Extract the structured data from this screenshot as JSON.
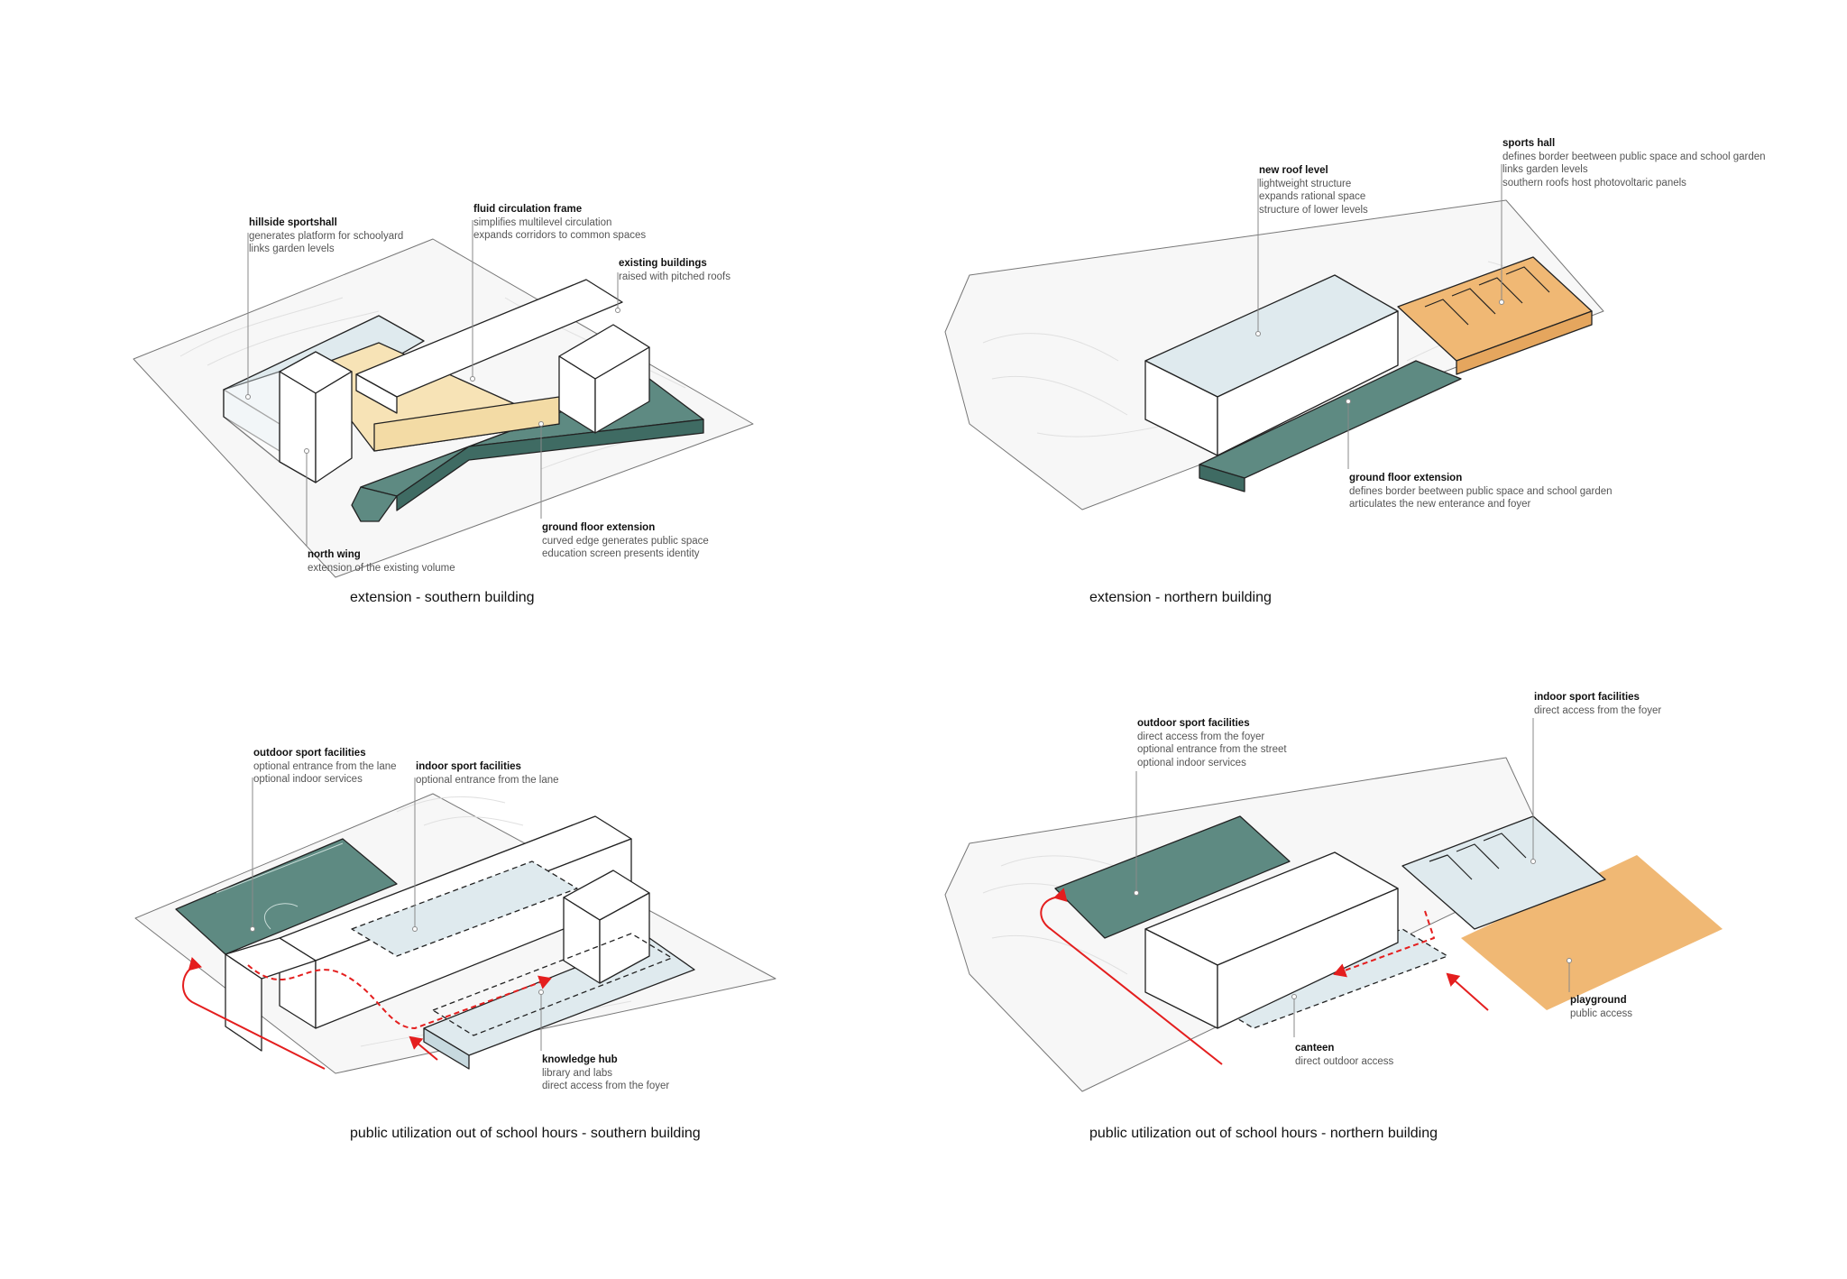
{
  "panels": [
    {
      "caption": "extension - southern building",
      "annotations": [
        {
          "title": "hillside sportshall",
          "lines": [
            "generates platform for schoolyard",
            "links garden levels"
          ]
        },
        {
          "title": "fluid circulation frame",
          "lines": [
            "simplifies multilevel circulation",
            "expands corridors to common spaces"
          ]
        },
        {
          "title": "existing buildings",
          "lines": [
            "raised with pitched roofs"
          ]
        },
        {
          "title": "ground floor extension",
          "lines": [
            "curved edge generates public space",
            "education screen presents identity"
          ]
        },
        {
          "title": "north wing",
          "lines": [
            "extension of the existing volume"
          ]
        }
      ]
    },
    {
      "caption": "extension - northern building",
      "annotations": [
        {
          "title": "new roof level",
          "lines": [
            "lightweight structure",
            "expands rational space",
            "structure of lower levels"
          ]
        },
        {
          "title": "sports hall",
          "lines": [
            "defines border beetween public space and school garden",
            "links garden levels",
            "southern roofs host photovoltaric panels"
          ]
        },
        {
          "title": "ground floor extension",
          "lines": [
            "defines border beetween public space and school garden",
            "articulates the new enterance and foyer"
          ]
        }
      ]
    },
    {
      "caption": "public utilization out of school hours - southern building",
      "annotations": [
        {
          "title": "outdoor sport facilities",
          "lines": [
            "optional entrance from the lane",
            "optional indoor services"
          ]
        },
        {
          "title": "indoor sport facilities",
          "lines": [
            "optional entrance from the lane"
          ]
        },
        {
          "title": "knowledge hub",
          "lines": [
            "library and labs",
            "direct access from the foyer"
          ]
        }
      ]
    },
    {
      "caption": "public utilization out of school hours - northern building",
      "annotations": [
        {
          "title": "outdoor sport facilities",
          "lines": [
            "direct access from the foyer",
            "optional entrance from the street",
            "optional indoor services"
          ]
        },
        {
          "title": "indoor sport facilities",
          "lines": [
            "direct access from the foyer"
          ]
        },
        {
          "title": "playground",
          "lines": [
            "public access"
          ]
        },
        {
          "title": "canteen",
          "lines": [
            "direct outdoor access"
          ]
        }
      ]
    }
  ],
  "colors": {
    "ink": "#222222",
    "leader": "#8a8a8a",
    "site_fill": "#f6f6f6",
    "contour": "#dcdcdc",
    "teal": "#5e8a82",
    "teal_dark": "#3f6b63",
    "light_blue": "#dfeaee",
    "yellow": "#f7e3b6",
    "orange": "#f0b874",
    "path_red": "#e41e1e"
  }
}
